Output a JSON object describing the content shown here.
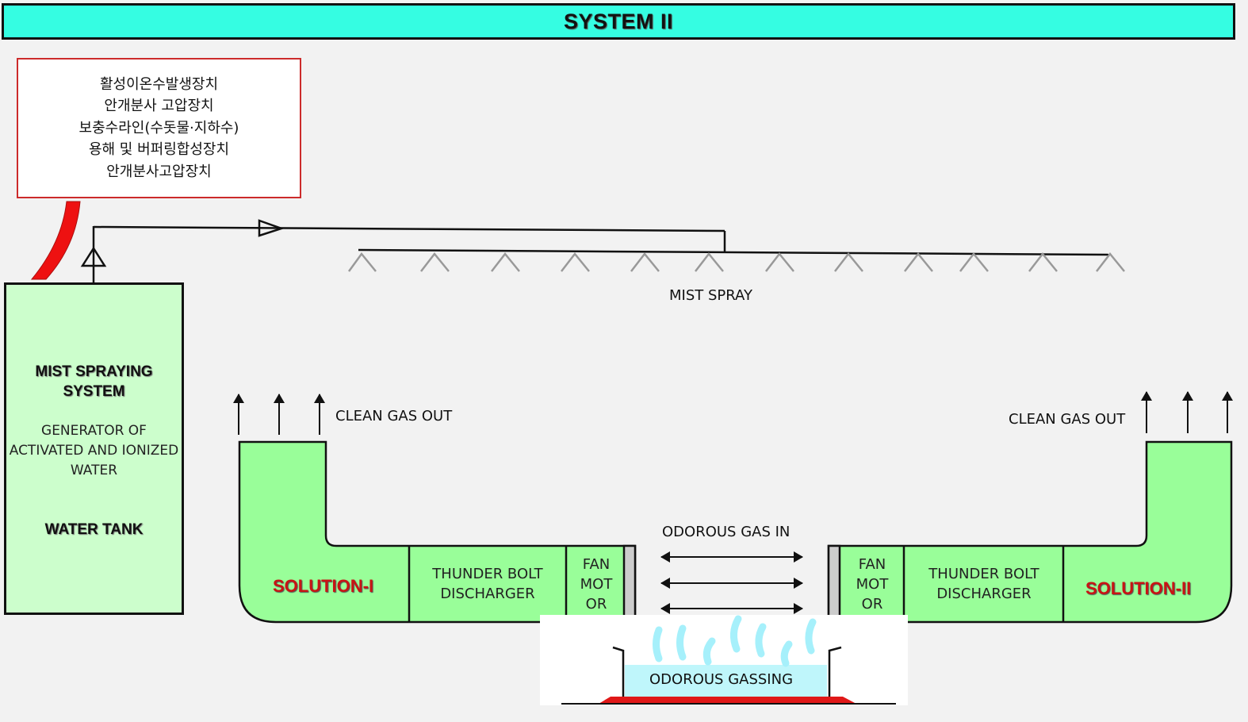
{
  "title": "SYSTEM II",
  "note_lines": [
    "활성이온수발생장치",
    "안개분사 고압장치",
    "보충수라인(수돗물·지하수)",
    "용해 및 버퍼링합성장치",
    "안개분사고압장치"
  ],
  "tank": {
    "title": "MIST SPRAYING SYSTEM",
    "desc": "GENERATOR OF ACTIVATED AND IONIZED WATER",
    "name": "WATER TANK"
  },
  "labels": {
    "mist_spray": "MIST SPRAY",
    "clean_gas_left": "CLEAN GAS OUT",
    "clean_gas_right": "CLEAN GAS OUT",
    "odorous_gas_in": "ODOROUS GAS IN",
    "odorous_gassing": "ODOROUS GASSING"
  },
  "left_unit": {
    "solution": "SOLUTION-I",
    "discharger": "THUNDER BOLT DISCHARGER",
    "fan": "FAN MOT OR"
  },
  "right_unit": {
    "solution": "SOLUTION-II",
    "discharger": "THUNDER BOLT DISCHARGER",
    "fan": "FAN MOT OR"
  },
  "colors": {
    "title_bg": "#35fde2",
    "tank_fill": "#ccfecc",
    "unit_fill": "#99fe99",
    "solution_text": "#c81414",
    "note_border": "#cc2b2b",
    "heater": "#e01818",
    "water": "#bff6fb"
  }
}
